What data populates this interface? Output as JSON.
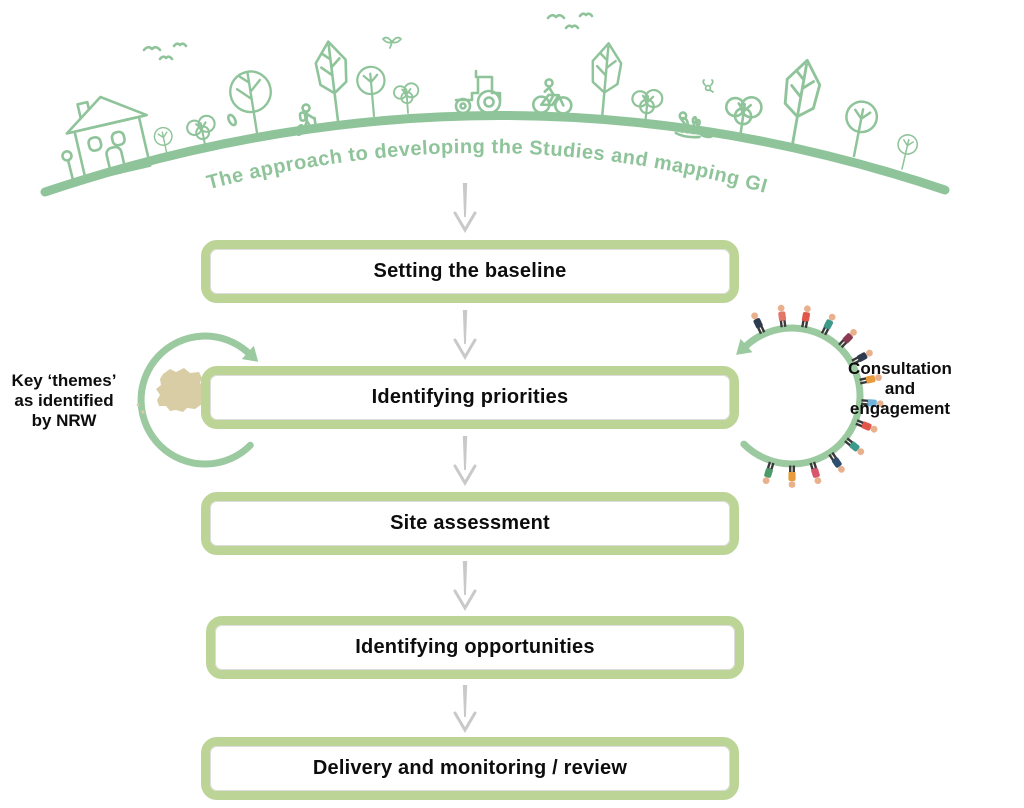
{
  "title": "The approach to developing the Studies and mapping GI",
  "flow": {
    "steps": [
      {
        "label": "Setting the baseline"
      },
      {
        "label": "Identifying priorities"
      },
      {
        "label": "Site assessment"
      },
      {
        "label": "Identifying opportunities"
      },
      {
        "label": "Delivery and monitoring / review"
      }
    ]
  },
  "annotations": {
    "left": {
      "text": "Key ‘themes’\nas identified\nby NRW"
    },
    "right": {
      "text": "Consultation\nand\nengagement"
    }
  },
  "colors": {
    "illustration_green": "#8fc49a",
    "box_border_green": "#bcd596",
    "circle_arrow_green": "#9ccaa0",
    "flow_arrow_gray": "#c9c9c9",
    "map_beige": "#d9cda5",
    "text_black": "#0d0d0d"
  }
}
